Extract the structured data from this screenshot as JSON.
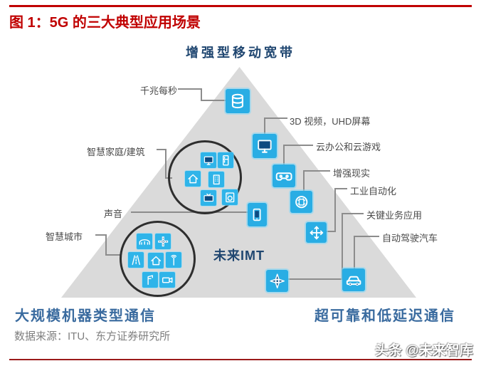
{
  "title": "图 1：5G 的三大典型应用场景",
  "source": "数据来源：ITU、东方证券研究所",
  "watermark": "头条 @未来智库",
  "colors": {
    "accent_red": "#C00000",
    "rule_red_bottom": "#9B1B1B",
    "navy": "#1F4670",
    "corner_blue": "#3A6B9F",
    "icon_cyan": "#29ADE4",
    "triangle_gray": "#DADADA",
    "connector_gray": "#8C8C8C",
    "small_label_gray": "#4A4A4A",
    "source_gray": "#7F7F7F"
  },
  "diagram": {
    "apex_label": "增强型移动宽带",
    "center_label": "未来IMT",
    "bottom_left_label": "大规模机器类型通信",
    "bottom_right_label": "超可靠和低延迟通信",
    "callouts": [
      {
        "label": "千兆每秒",
        "icon": "database-icon"
      },
      {
        "label": "智慧家庭/建筑",
        "icon": "smart-home-cluster"
      },
      {
        "label": "声音",
        "icon": "phone-icon"
      },
      {
        "label": "智慧城市",
        "icon": "smart-city-cluster"
      },
      {
        "label": "3D 视频，UHD屏幕",
        "icon": "monitor-icon"
      },
      {
        "label": "云办公和云游戏",
        "icon": "vr-headset-icon"
      },
      {
        "label": "增强现实",
        "icon": "ar-globe-icon"
      },
      {
        "label": "工业自动化",
        "icon": "cross-arrows-icon"
      },
      {
        "label": "关键业务应用",
        "icon": "compass-icon"
      },
      {
        "label": "自动驾驶汽车",
        "icon": "car-icon"
      }
    ],
    "clusters": {
      "smart_home": {
        "icons": [
          "monitor-icon",
          "refrigerator-icon",
          "house-icon",
          "building-icon",
          "tv-icon",
          "washing-machine-icon"
        ]
      },
      "smart_city": {
        "icons": [
          "bridge-icon",
          "intersection-icon",
          "highway-icon",
          "house-icon",
          "antenna-icon",
          "crane-icon",
          "camera-icon"
        ]
      }
    }
  }
}
